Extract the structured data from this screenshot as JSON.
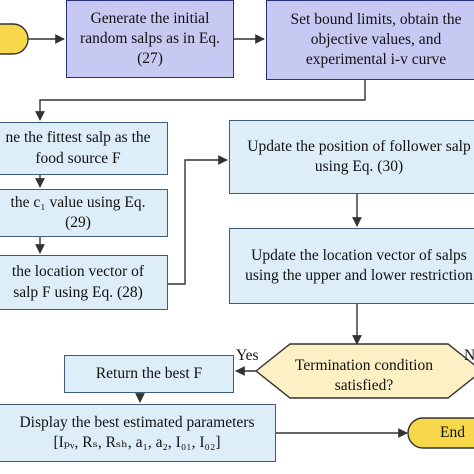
{
  "nodes": {
    "generate": [
      "Generate the initial",
      "random salps as in Eq.",
      "(27)"
    ],
    "bounds": [
      "Set bound limits, obtain the",
      "objective values, and",
      "experimental i-v curve"
    ],
    "fittest": [
      "ne the fittest salp as the",
      "food source F"
    ],
    "c1": [
      "the c₁ value using Eq.",
      "(29)"
    ],
    "leader": [
      "the location vector of",
      "salp F using Eq. (28)"
    ],
    "follower": [
      "Update the position of follower salp",
      "using Eq. (30)"
    ],
    "restrict": [
      "Update the location vector of salps",
      "using the upper and lower restriction"
    ],
    "termination": [
      "Termination condition",
      "satisfied?"
    ],
    "return_best": "Return the best F",
    "display": [
      "Display the best estimated parameters",
      "[Iₚᵥ, Rₛ, Rₛₕ, a₁, a₂, I₀₁, I₀₂]"
    ],
    "end": "End"
  },
  "labels": {
    "yes": "Yes",
    "no": "N"
  },
  "colors": {
    "process_fill": "#c8c9f2",
    "update_fill": "#ddeef8",
    "terminal_fill": "#f7d84a",
    "decision_fill": "#fdf0c4",
    "line": "#333333"
  }
}
